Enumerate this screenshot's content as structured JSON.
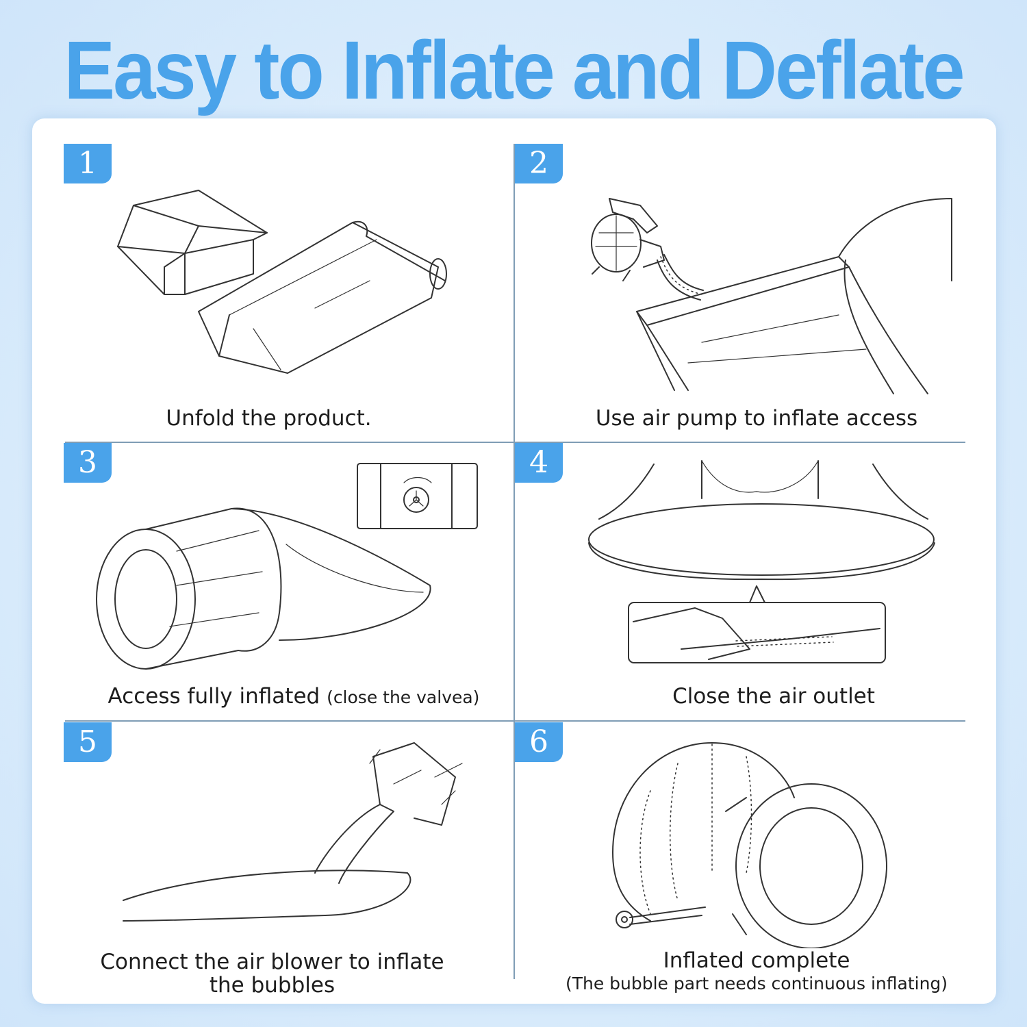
{
  "title": "Easy to Inflate and Deflate",
  "steps": [
    {
      "number": "1",
      "caption": "Unfold the product.",
      "caption_note": ""
    },
    {
      "number": "2",
      "caption": "Use air pump to inflate access",
      "caption_note": ""
    },
    {
      "number": "3",
      "caption": "Access fully inflated",
      "caption_note": "(close the valvea)"
    },
    {
      "number": "4",
      "caption": "Close the air outlet",
      "caption_note": ""
    },
    {
      "number": "5",
      "caption": "Connect the air blower to inflate",
      "caption_line2": "the bubbles"
    },
    {
      "number": "6",
      "caption": "Inflated complete",
      "caption_note": "(The bubble part needs continuous inflating)"
    }
  ],
  "colors": {
    "accent": "#4aa3ea",
    "divider": "#7f9db5",
    "background": "#d7eafb"
  }
}
